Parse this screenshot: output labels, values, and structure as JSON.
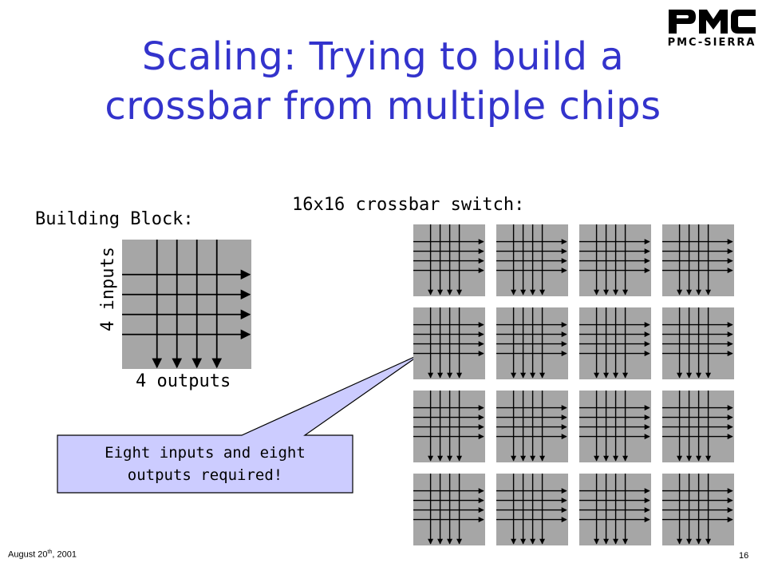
{
  "slide": {
    "title_line1": "Scaling: Trying to build a",
    "title_line2": "crossbar from multiple chips",
    "logo_mark": "PMC",
    "logo_subtext": "PMC-SIERRA",
    "building_block_label": "Building Block:",
    "inputs_label": "4 inputs",
    "outputs_label": "4 outputs",
    "crossbar_label": "16x16 crossbar switch:",
    "callout_line1": "Eight inputs and eight",
    "callout_line2": "outputs required!",
    "footer_date_main": "August 20",
    "footer_date_sup": "th",
    "footer_date_year": ", 2001",
    "page_number": "16"
  },
  "colors": {
    "title": "#3333cc",
    "chip_fill": "#a6a6a6",
    "callout_fill": "#ccccff",
    "wire": "#000000"
  },
  "building_block": {
    "inputs": 4,
    "outputs": 4
  },
  "crossbar": {
    "rows": 4,
    "cols": 4,
    "ports": 16
  }
}
